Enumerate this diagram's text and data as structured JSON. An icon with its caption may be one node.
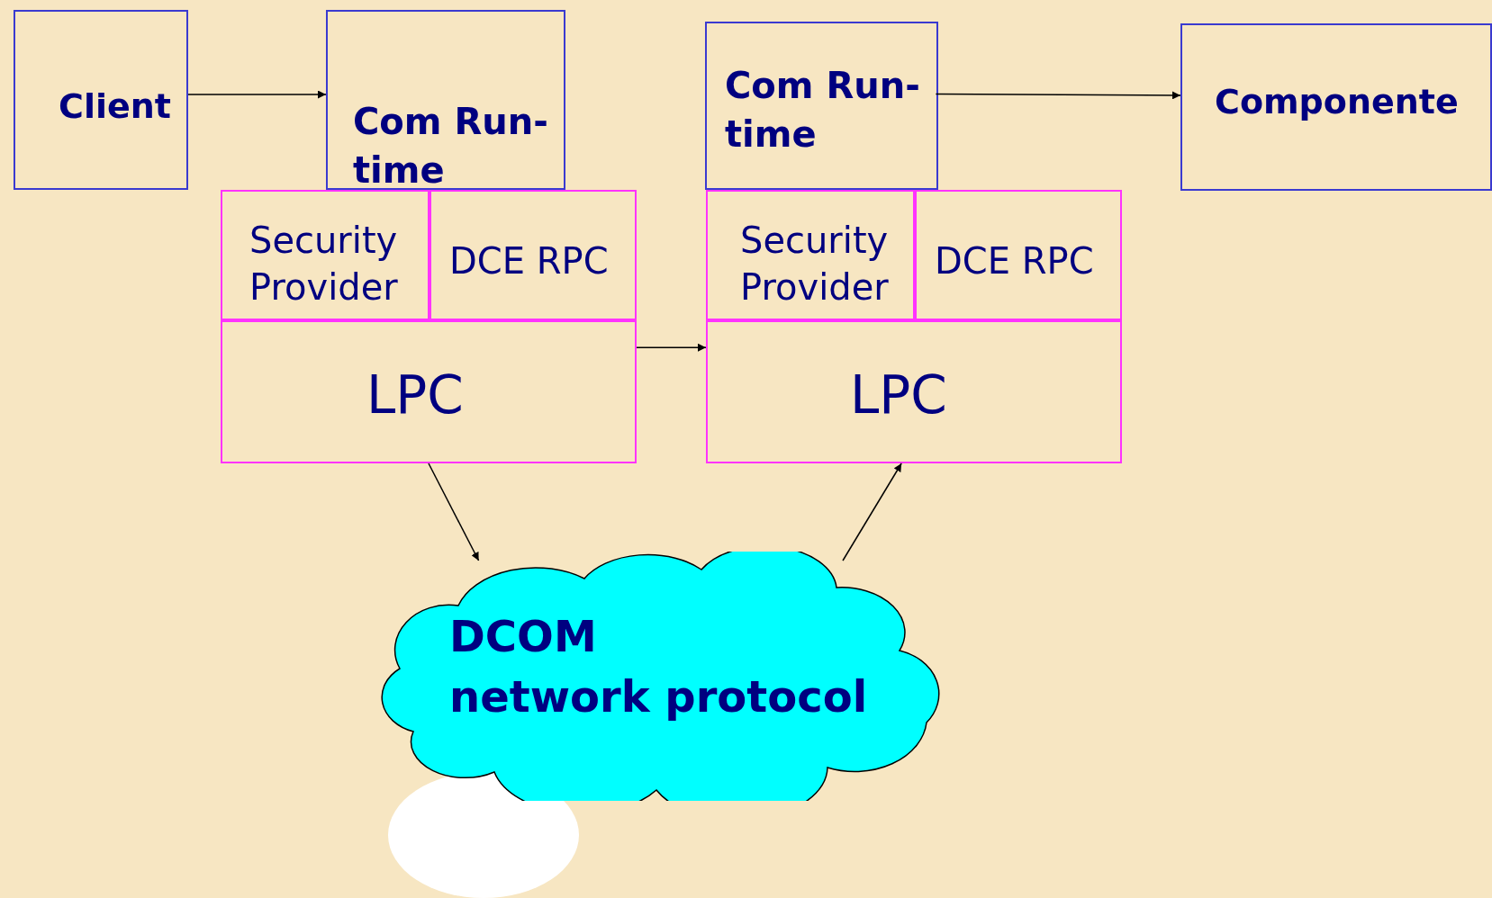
{
  "diagram": {
    "nodes": [
      {
        "text": [
          "Client"
        ]
      },
      {
        "text": [
          "Com Run-time"
        ]
      },
      {
        "text": [
          "Security Provider"
        ]
      },
      {
        "text": [
          "DCE RPC"
        ]
      },
      {
        "text": [
          "LPC"
        ]
      },
      {
        "text": [
          "Com Run-time"
        ]
      },
      {
        "text": [
          "Componente"
        ]
      },
      {
        "text": [
          "Security Provider"
        ]
      },
      {
        "text": [
          "DCE RPC"
        ]
      },
      {
        "text": [
          "LPC"
        ]
      },
      {
        "text": [
          "DCOM",
          "network protocol"
        ]
      }
    ],
    "edges": [
      {
        "from": 0,
        "to": 1,
        "arrow": "to"
      },
      {
        "from": 5,
        "to": 6,
        "arrow": "to"
      },
      {
        "from": 4,
        "to": 9,
        "arrow": "to"
      },
      {
        "from": 4,
        "to": 10,
        "arrow": "to"
      },
      {
        "from": 10,
        "to": 9,
        "arrow": "to"
      }
    ]
  }
}
